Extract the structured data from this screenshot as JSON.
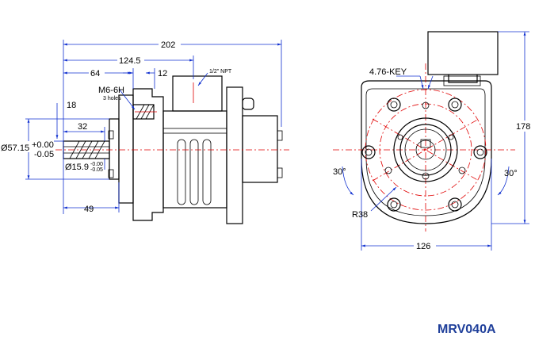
{
  "dimensions": {
    "overall_length": "202",
    "length_124": "124.5",
    "length_64": "64",
    "length_12": "12",
    "thread": "M6-6H",
    "thread_holes": "3 holes",
    "npt": "1/2\" NPT",
    "dim_18": "18",
    "dim_32": "32",
    "dia_57": "Ø57.15",
    "tol_plus": "+0.00",
    "tol_minus": "-0.05",
    "dia_15": "Ø15.9",
    "tol_small_plus": "-0.00",
    "tol_small_minus": "-0.05",
    "dim_49": "49",
    "key": "4.76-KEY",
    "height_178": "178",
    "angle_left": "30°",
    "angle_right": "30°",
    "radius": "R38",
    "width_126": "126"
  },
  "model": "MRV040A",
  "colors": {
    "outline": "#000000",
    "centerline": "#e00000",
    "dimension": "#1030d0",
    "model_text": "#1f3f9a"
  }
}
